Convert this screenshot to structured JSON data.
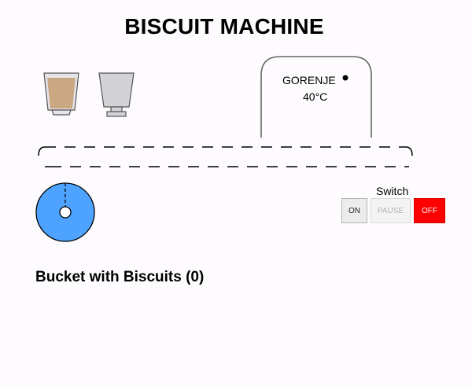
{
  "app": {
    "title": "BISCUIT MACHINE"
  },
  "oven": {
    "brand": "GORENJE",
    "temperature": "40°C"
  },
  "switch": {
    "label": "Switch",
    "on_label": "ON",
    "pause_label": "PAUSE",
    "off_label": "OFF",
    "colors": {
      "off": "#ff0000"
    }
  },
  "bucket": {
    "label": "Bucket with Biscuits (0)"
  },
  "colors": {
    "motor": "#4da3ff",
    "dough": "#c9a882",
    "stamp": "#d3d2d6"
  }
}
